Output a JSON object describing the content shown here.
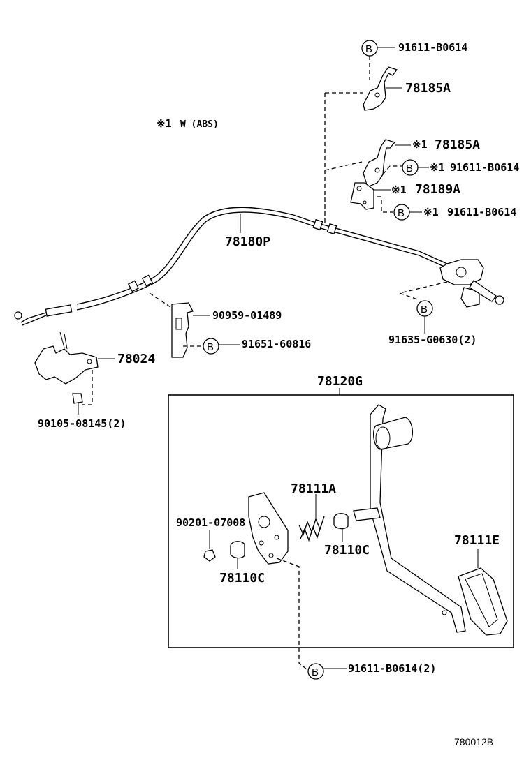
{
  "note": {
    "mark": "※1",
    "text": "W (ABS)"
  },
  "bolt_symbol": "B",
  "labels": {
    "bolt_top": "91611-B0614",
    "bracket_top": "78185A",
    "bracket_mid": "78185A",
    "bolt_mid": "91611-B0614",
    "plate_mid": "78189A",
    "bolt_low": "91611-B0614",
    "cable": "78180P",
    "clamp": "90959-01489",
    "clamp_bolt": "91651-60816",
    "bracket_left": "78024",
    "bracket_bolt": "90105-08145(2)",
    "end_bolt": "91635-G0630(2)",
    "assy": "78120G",
    "spring": "78111A",
    "nut": "90201-07008",
    "bush_right": "78110C",
    "bush_left": "78110C",
    "pad": "78111E",
    "pivot_bolt": "91611-B0614(2)",
    "code": "780012B"
  },
  "marks": {
    "asterisk": "※1"
  }
}
